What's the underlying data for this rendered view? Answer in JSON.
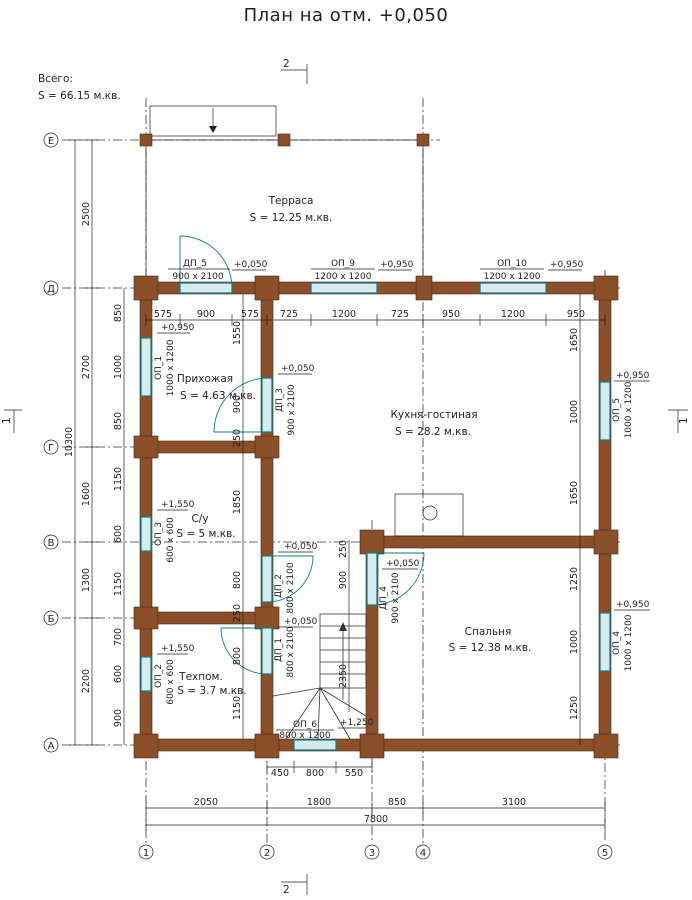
{
  "title": "План на отм. +0,050",
  "total": {
    "label": "Всего:",
    "value": "S   =  66.15 м.кв."
  },
  "rooms": [
    {
      "name": "Терраса",
      "area": "S   =  12.25 м.кв."
    },
    {
      "name": "Прихожая",
      "area": "S   =  4.63 м.кв."
    },
    {
      "name": "Кухня-гостиная",
      "area": "S   =  28.2 м.кв."
    },
    {
      "name": "С/у",
      "area": "S   =  5 м.кв."
    },
    {
      "name": "Спальня",
      "area": "S   =  12.38 м.кв."
    },
    {
      "name": "Техпом.",
      "area": "S   =  3.7 м.кв."
    }
  ],
  "openings": {
    "dp5": {
      "name": "ДП_5",
      "size": "900 х 2100",
      "level": "+0,050"
    },
    "op9": {
      "name": "ОП_9",
      "size": "1200 х 1200",
      "level": "+0,950"
    },
    "op10": {
      "name": "ОП_10",
      "size": "1200 х 1200",
      "level": "+0,950"
    },
    "op1": {
      "name": "ОП_1",
      "size": "1000 х 1200",
      "level": "+0,950"
    },
    "dp3": {
      "name": "ДП_3",
      "size": "900 х 2100",
      "level": "+0,050"
    },
    "op5": {
      "name": "ОП_5",
      "size": "1000 х 1200",
      "level": "+0,950"
    },
    "op3": {
      "name": "ОП_3",
      "size": "600 х 600",
      "level": "+1,550"
    },
    "dp2": {
      "name": "ДП_2",
      "size": "800 х 2100",
      "level": "+0,050"
    },
    "dp4": {
      "name": "ДП_4",
      "size": "900 х 2100",
      "level": "+0,050"
    },
    "dp1": {
      "name": "ДП_1",
      "size": "800 х 2100",
      "level": "+0,050"
    },
    "op2": {
      "name": "ОП_2",
      "size": "600 х 600",
      "level": "+1,550"
    },
    "op4": {
      "name": "ОП_4",
      "size": "1000 х 1200",
      "level": "+0,950"
    },
    "op6": {
      "name": "ОП_6",
      "size": "800 х 1200",
      "level": "+1,250"
    }
  },
  "axes": {
    "columns": [
      "1",
      "2",
      "3",
      "4",
      "5"
    ],
    "rows": [
      "Е",
      "Д",
      "Г",
      "В",
      "Б",
      "А"
    ]
  },
  "section_marks": {
    "vertical": "2",
    "horizontal": "1"
  },
  "dimensions": {
    "bottom_spans": [
      "2050",
      "1800",
      "850",
      "3100"
    ],
    "bottom_total": "7800",
    "bottom_wall_segments": [
      "450",
      "800",
      "550"
    ],
    "top_wall_segments": [
      "575",
      "900",
      "575",
      "725",
      "1200",
      "725",
      "950",
      "1200",
      "950"
    ],
    "left_spans": [
      "2500",
      "2700",
      "1600",
      "1300",
      "2200"
    ],
    "left_total": "10300",
    "left_wall_segments": [
      "850",
      "1000",
      "850",
      "1150",
      "600",
      "1150",
      "700",
      "600",
      "900"
    ],
    "right_wall_segments": [
      "1650",
      "1000",
      "1650",
      "1250",
      "1000",
      "1250"
    ],
    "inner": {
      "wall2_upper": [
        "1550",
        "900",
        "250",
        "1850"
      ],
      "wall2_lower": [
        "800",
        "250",
        "800",
        "1150"
      ],
      "wall3": [
        "250",
        "900",
        "2350"
      ]
    }
  }
}
